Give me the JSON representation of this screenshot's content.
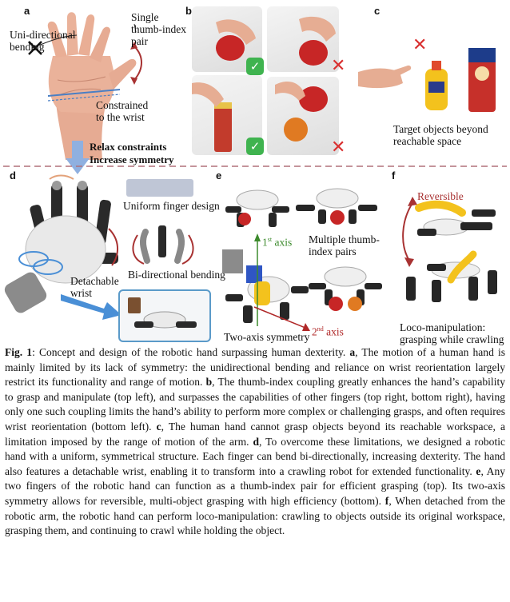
{
  "panels": {
    "a": {
      "letter": "a",
      "uni_directional": "Uni-directional\nbending",
      "single_pair": "Single\nthumb-index\npair",
      "constrained": "Constrained\nto the wrist"
    },
    "b": {
      "letter": "b"
    },
    "c": {
      "letter": "c",
      "target": "Target objects beyond\nreachable space"
    },
    "arrow_text": {
      "line1": "Relax constraints",
      "line2": "Increase symmetry"
    },
    "d": {
      "letter": "d",
      "uniform": "Uniform finger design",
      "bidirectional": "Bi-directional bending",
      "detachable": "Detachable\nwrist"
    },
    "e": {
      "letter": "e",
      "axis1": "1",
      "axis1_sup": "st",
      "axis1_word": " axis",
      "multiple": "Multiple thumb-\nindex pairs",
      "axis2": "2",
      "axis2_sup": "nd",
      "axis2_word": " axis",
      "two_axis": "Two-axis symmetry"
    },
    "f": {
      "letter": "f",
      "reversible": "Reversible",
      "loco": "Loco-manipulation:\ngrasping while crawling"
    }
  },
  "colors": {
    "check_green": "#3fb34f",
    "x_red": "#d93030",
    "reversible_red": "#a83232",
    "axis_green": "#3c8a2c",
    "axis_red": "#b02828",
    "arrow_blue": "#8fb0e0",
    "dashed_line": "#b0707a"
  },
  "caption": {
    "fig": "Fig. 1",
    "intro": ": Concept and design of the robotic hand surpassing human dexterity. ",
    "a_label": "a",
    "a_text": ", The motion of a human hand is mainly limited by its lack of symmetry: the unidirectional bending and reliance on wrist reorientation largely restrict its functionality and range of motion. ",
    "b_label": "b",
    "b_text": ", The thumb-index coupling greatly enhances the hand’s capability to grasp and manipulate (top left), and surpasses the capabilities of other fingers (top right, bottom right), having only one such coupling limits the hand’s ability to perform more complex or challenging grasps, and often requires wrist reorientation (bottom left). ",
    "c_label": "c",
    "c_text": ", The human hand cannot grasp objects beyond its reachable workspace, a limitation imposed by the range of motion of the arm. ",
    "d_label": "d",
    "d_text": ", To overcome these limitations, we designed a robotic hand with a uniform, symmetrical structure. Each finger can bend bi-directionally, increasing dexterity. The hand also features a detachable wrist, enabling it to transform into a crawling robot for extended functionality. ",
    "e_label": "e",
    "e_text": ", Any two fingers of the robotic hand can function as a thumb-index pair for efficient grasping (top). Its two-axis symmetry allows for reversible, multi-object grasping with high efficiency (bottom). ",
    "f_label": "f",
    "f_text": ", When detached from the robotic arm, the robotic hand can perform loco-manipulation: crawling to objects outside its original workspace, grasping them, and continuing to crawl while holding the object."
  }
}
